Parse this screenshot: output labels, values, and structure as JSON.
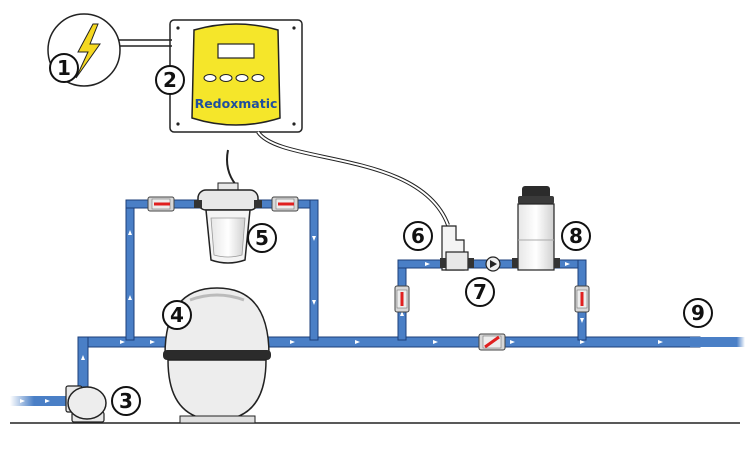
{
  "controller": {
    "brand": "Redoxmatic",
    "body_color": "#f5e62a",
    "panel_color": "#ffffff"
  },
  "pipe_color": "#4a7fc6",
  "valve_color": "#e02020",
  "callouts": {
    "n1": "1",
    "n2": "2",
    "n3": "3",
    "n4": "4",
    "n5": "5",
    "n6": "6",
    "n7": "7",
    "n8": "8",
    "n9": "9"
  },
  "icons": {
    "power": "lightning-bolt-icon"
  }
}
